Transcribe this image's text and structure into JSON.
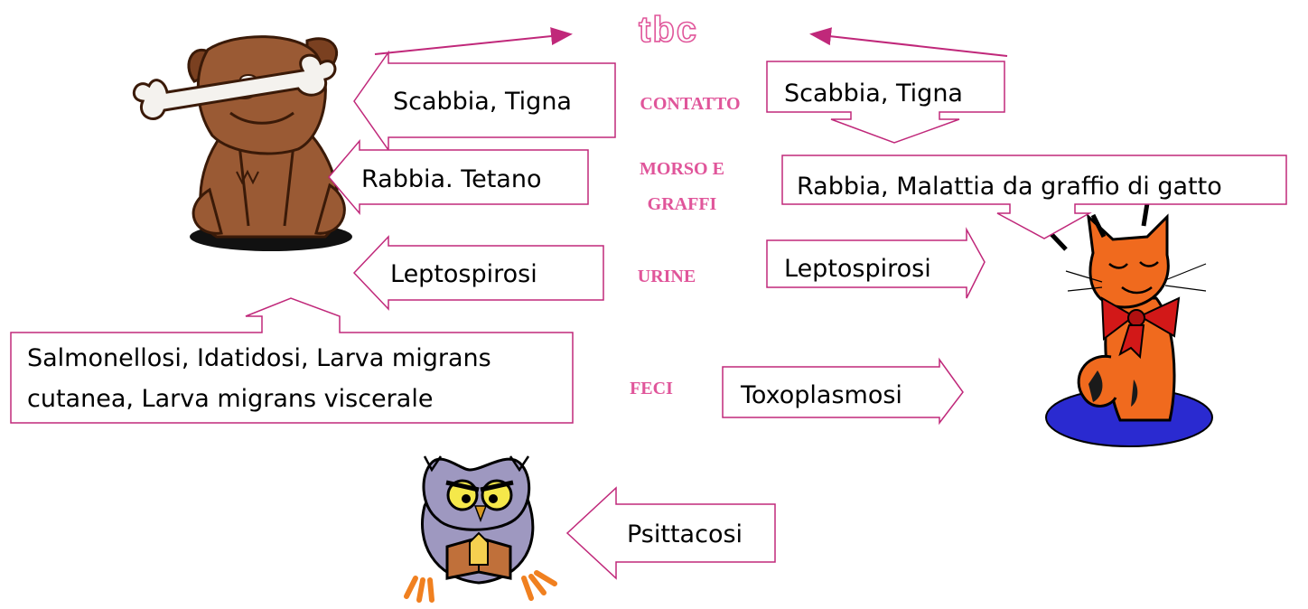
{
  "title": "tbc",
  "categories": {
    "contatto": "CONTATTO",
    "morso_line1": "MORSO E",
    "morso_line2": "GRAFFI",
    "urine": "URINE",
    "feci": "FECI"
  },
  "dog": {
    "contatto": "Scabbia, Tigna",
    "morso": "Rabbia. Tetano",
    "urine": "Leptospirosi"
  },
  "cat": {
    "contatto": "Scabbia, Tigna",
    "morso": "Rabbia, Malattia da graffio di gatto",
    "urine": "Leptospirosi",
    "feci": "Toxoplasmosi"
  },
  "shared_feci": {
    "line1": "Salmonellosi, Idatidosi, Larva migrans",
    "line2": "cutanea, Larva migrans viscerale"
  },
  "owl": {
    "label": "Psittacosi"
  },
  "colors": {
    "accent": "#c0287a",
    "category_text": "#e0559a",
    "dog_fur": "#9a5a34",
    "cat_fur": "#f06a1e",
    "cat_mat": "#2a2ad0",
    "owl_body": "#9e98c0"
  }
}
